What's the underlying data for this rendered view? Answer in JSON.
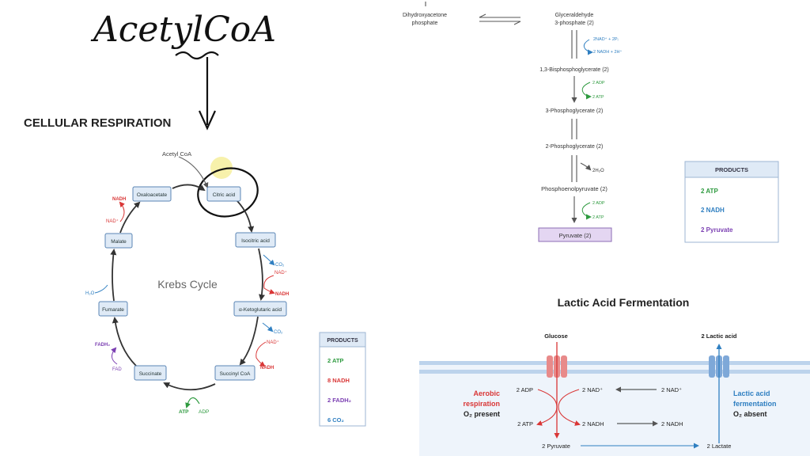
{
  "handwriting": {
    "text": "AcetylCoA"
  },
  "left": {
    "title": "CELLULAR RESPIRATION",
    "input_label": "Acetyl CoA",
    "center_label": "Krebs Cycle",
    "nodes": {
      "citric": "Citric acid",
      "isocitric": "Isocitric acid",
      "akg": "α-Ketoglutaric acid",
      "succoa": "Succinyl CoA",
      "succinate": "Succinate",
      "fumarate": "Fumarate",
      "malate": "Malate",
      "oxaloacetate": "Oxaloacetate"
    },
    "side": {
      "co2_a": "CO₂",
      "nad_a": "NAD⁺",
      "nadh_a": "NADH",
      "co2_b": "CO₂",
      "nad_b": "NAD⁺",
      "nadh_b": "NADH",
      "atp": "ATP",
      "adp": "ADP",
      "fadh2": "FADH₂",
      "fad": "FAD",
      "h2o": "H₂O",
      "nadh_c": "NADH",
      "nad_c": "NAD⁺"
    },
    "products": {
      "header": "PRODUCTS",
      "items": [
        {
          "label": "2  ATP",
          "color": "#2e9a3f"
        },
        {
          "label": "8  NADH",
          "color": "#d93636"
        },
        {
          "label": "2  FADH₂",
          "color": "#7b3fb2"
        },
        {
          "label": "6  CO₂",
          "color": "#2f7fc1"
        }
      ]
    }
  },
  "glycolysis": {
    "dhap_line1": "Dihydroxyacetone",
    "dhap_line2": "phosphate",
    "g3p_line1": "Glyceraldehyde",
    "g3p_line2": "3-phosphate (2)",
    "nad_in": "2NAD⁺ + 2Pᵢ",
    "nadh_out": "2 NADH + 2H⁺",
    "bpg": "1,3-Bisphosphoglycerate (2)",
    "adp_1": "2 ADP",
    "atp_1": "2 ATP",
    "pg3": "3-Phosphoglycerate (2)",
    "pg2": "2-Phosphoglycerate (2)",
    "h2o": "2H₂O",
    "pep": "Phosphoenolpyruvate (2)",
    "adp_2": "2 ADP",
    "atp_2": "2 ATP",
    "pyruvate": "Pyruvate (2)",
    "products": {
      "header": "PRODUCTS",
      "items": [
        {
          "label": "2  ATP",
          "color": "#2e9a3f"
        },
        {
          "label": "2  NADH",
          "color": "#2f7fc1"
        },
        {
          "label": "2  Pyruvate",
          "color": "#7b3fb2"
        }
      ]
    }
  },
  "lactic": {
    "title": "Lactic Acid Fermentation",
    "glucose": "Glucose",
    "lactic_acid": "2 Lactic acid",
    "aerobic_line1": "Aerobic",
    "aerobic_line2": "respiration",
    "o2_present": "O₂ present",
    "lactic_line1": "Lactic acid",
    "lactic_line2": "fermentation",
    "o2_absent": "O₂ absent",
    "adp": "2 ADP",
    "atp": "2 ATP",
    "nad_1": "2 NAD⁺",
    "nadh_1": "2 NADH",
    "nad_2": "2 NAD⁺",
    "nadh_2": "2 NADH",
    "pyruvate": "2 Pyruvate",
    "lactate": "2 Lactate"
  },
  "colors": {
    "node_fill": "#dfeaf6",
    "node_stroke": "#5b86b5",
    "red": "#d93636",
    "blue": "#2f7fc1",
    "green": "#2e9a3f",
    "purple": "#7b3fb2",
    "channel_red": "#e88a8a",
    "channel_blue": "#7ea8d8",
    "membrane": "#bcd3ec",
    "cell_bg": "#eef4fb"
  }
}
